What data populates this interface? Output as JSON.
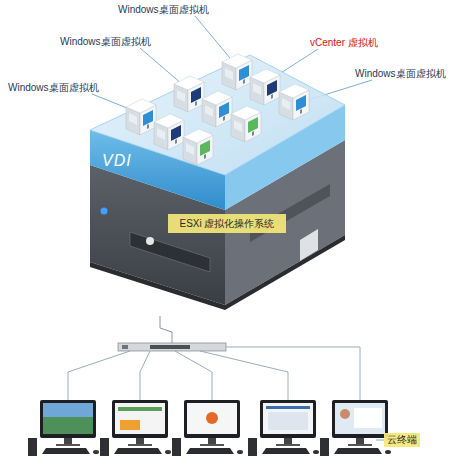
{
  "diagram": {
    "nodes": [
      {
        "text": [
          "VDI"
        ]
      },
      {
        "text": [
          "ESXi 虚拟化操作系统"
        ]
      }
    ],
    "labels": [
      "Windows桌面虚拟机",
      "Windows桌面虚拟机",
      "Windows桌面虚拟机",
      "Windows桌面虚拟机",
      "vCenter 虚拟机",
      "云终端"
    ]
  }
}
